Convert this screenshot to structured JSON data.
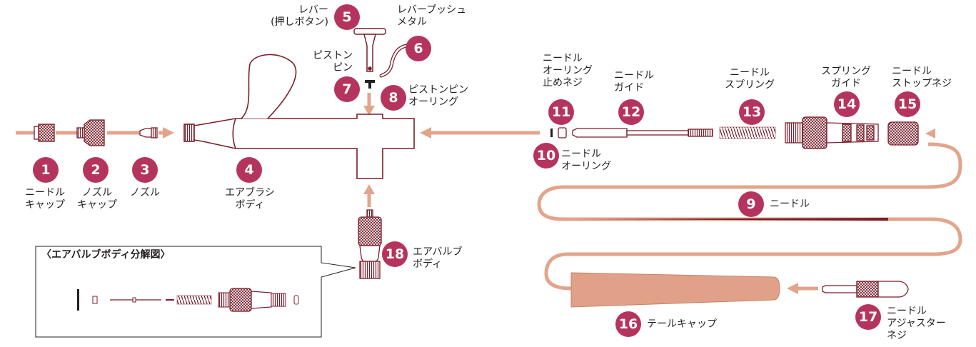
{
  "parts": [
    {
      "num": "1",
      "label": "ニードル\nキャップ"
    },
    {
      "num": "2",
      "label": "ノズル\nキャップ"
    },
    {
      "num": "3",
      "label": "ノズル"
    },
    {
      "num": "4",
      "label": "エアブラシ\nボディ"
    },
    {
      "num": "5",
      "label": "レバー\n(押しボタン)"
    },
    {
      "num": "6",
      "label": "レバープッシュ\nメタル"
    },
    {
      "num": "7",
      "label": "ピストン\nピン"
    },
    {
      "num": "8",
      "label": "ピストンピン\nオーリング"
    },
    {
      "num": "9",
      "label": "ニードル"
    },
    {
      "num": "10",
      "label": "ニードル\nオーリング"
    },
    {
      "num": "11",
      "label": "ニードル\nオーリング\n止めネジ"
    },
    {
      "num": "12",
      "label": "ニードル\nガイド"
    },
    {
      "num": "13",
      "label": "ニードル\nスプリング"
    },
    {
      "num": "14",
      "label": "スプリング\nガイド"
    },
    {
      "num": "15",
      "label": "ニードル\nストップネジ"
    },
    {
      "num": "16",
      "label": "テールキャップ"
    },
    {
      "num": "17",
      "label": "ニードル\nアジャスター\nネジ"
    },
    {
      "num": "18",
      "label": "エアバルブ\nボディ"
    }
  ],
  "inset": {
    "title": "〈エアバルブボディ分解図〉"
  },
  "colors": {
    "badge": "#b5345e",
    "line": "#7a1f2b",
    "arrow": "#e2a58c",
    "tail_cap": "#e0a188"
  }
}
